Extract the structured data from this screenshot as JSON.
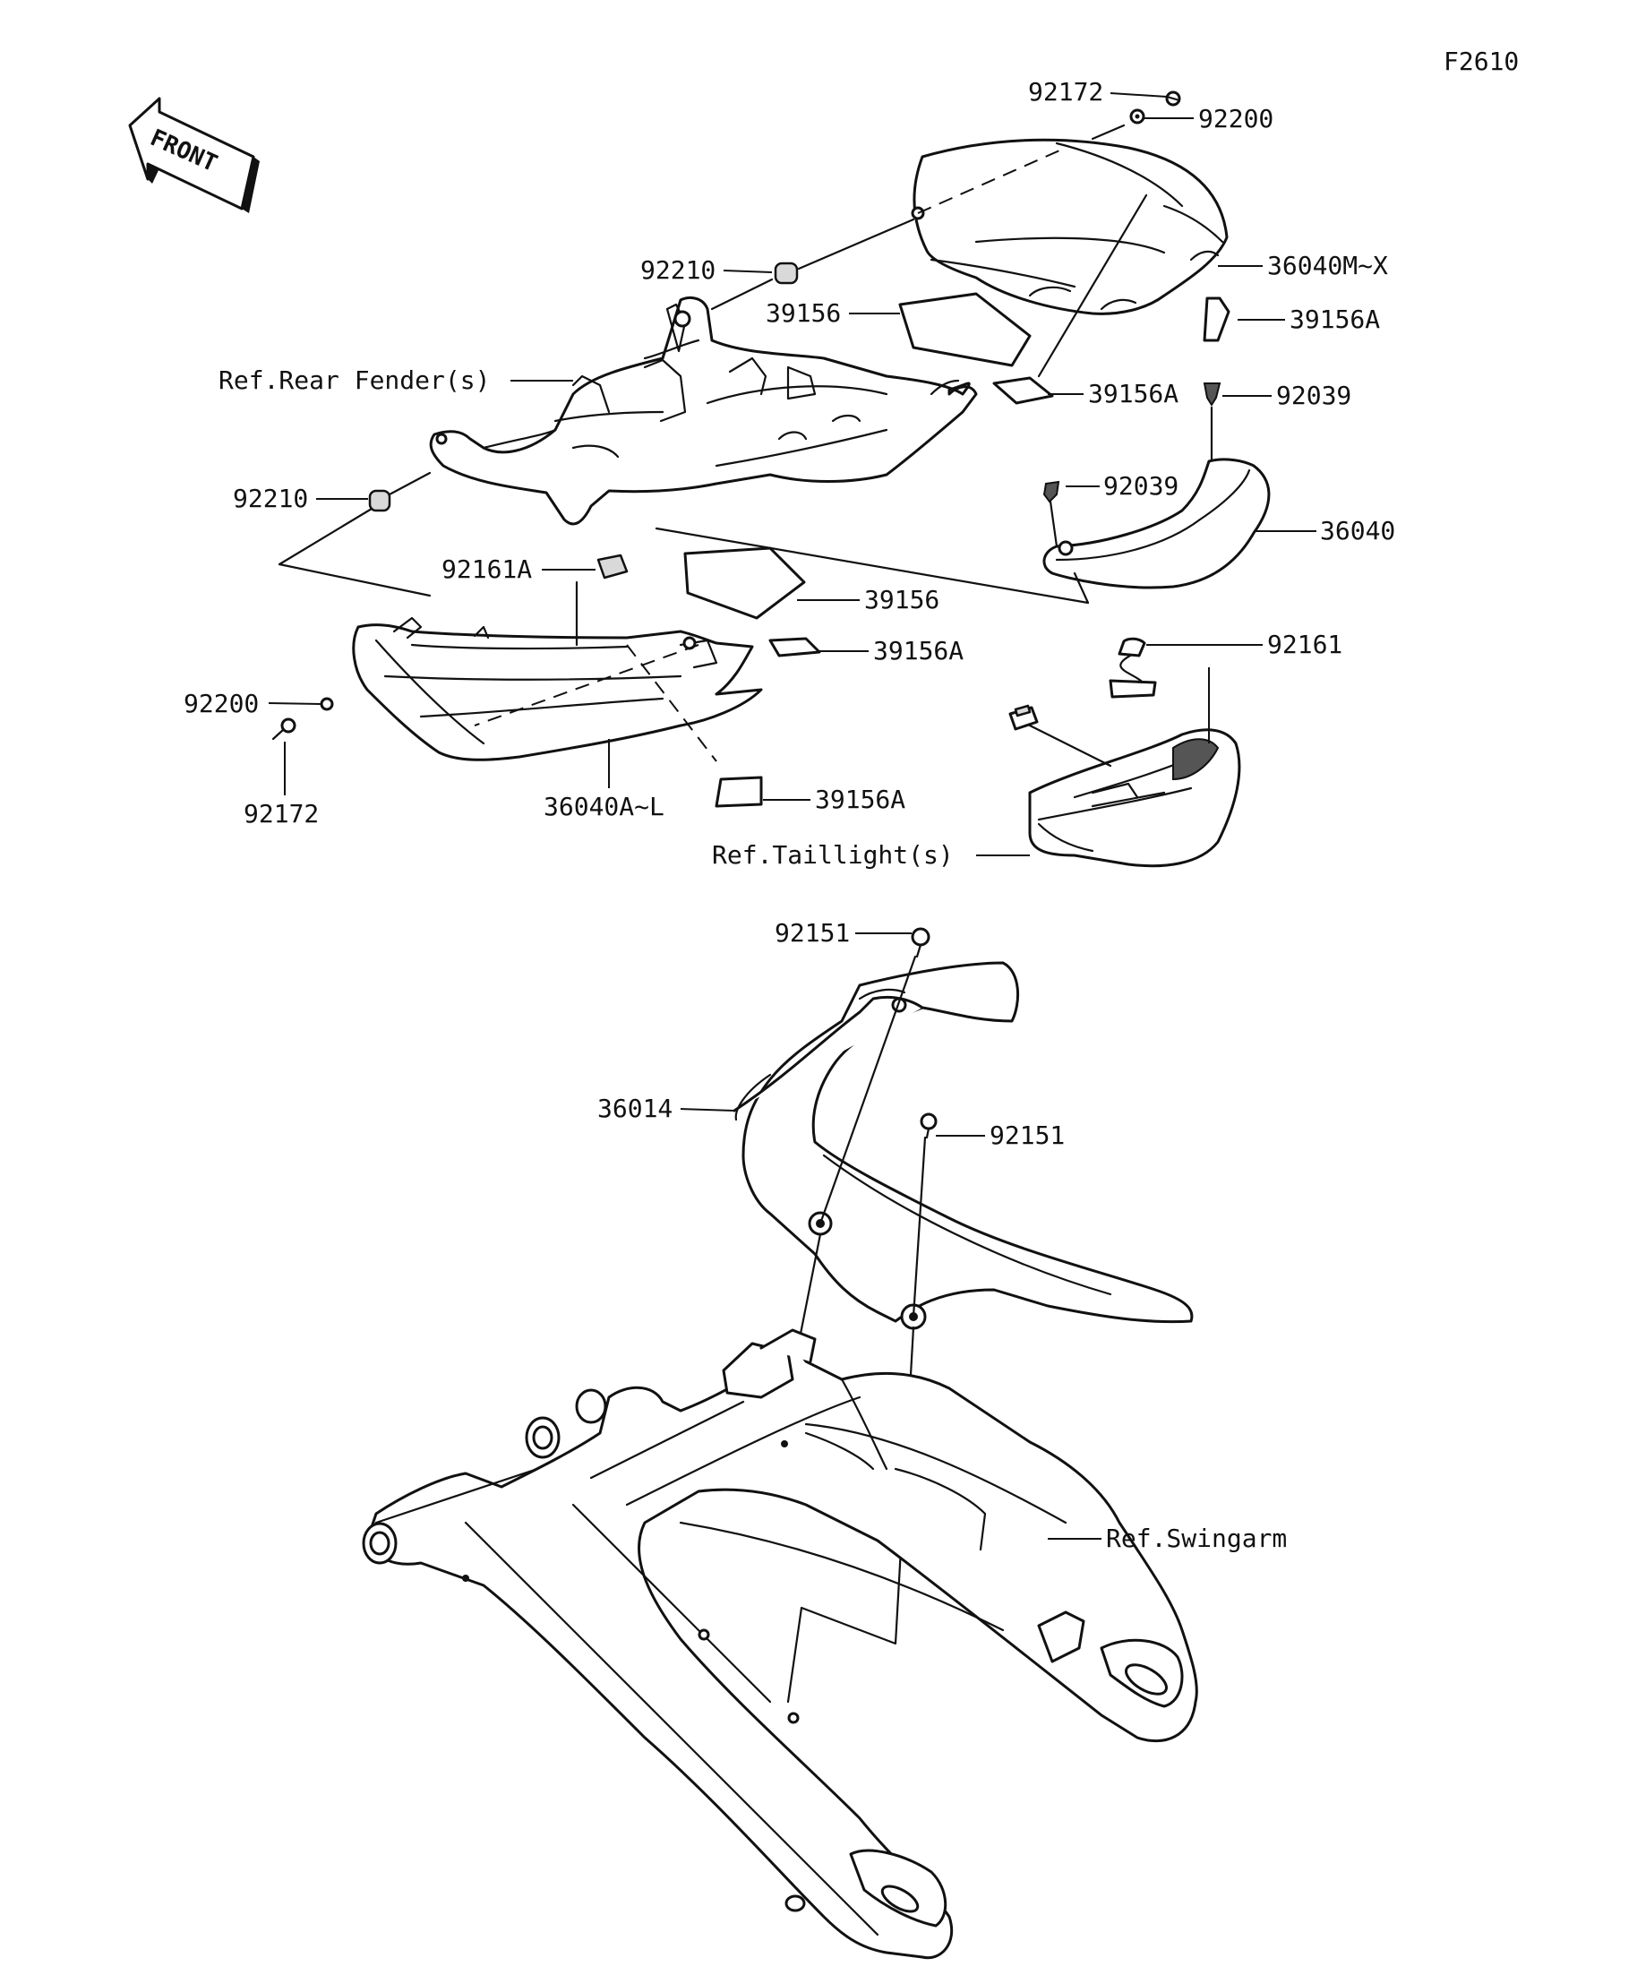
{
  "diagram_code": "F2610",
  "front_arrow_text": "FRONT",
  "labels": {
    "l_92172_top": "92172",
    "l_92200_top": "92200",
    "l_92210_top": "92210",
    "l_36040MX": "36040M~X",
    "l_39156_top": "39156",
    "l_39156A_right": "39156A",
    "l_rear_fender": "Ref.Rear Fender(s)",
    "l_39156A_mid": "39156A",
    "l_92039_a": "92039",
    "l_92210_left": "92210",
    "l_92039_b": "92039",
    "l_36040": "36040",
    "l_92161A": "92161A",
    "l_39156_mid": "39156",
    "l_39156A_lower": "39156A",
    "l_92161": "92161",
    "l_92200_left": "92200",
    "l_92172_left": "92172",
    "l_36040AL": "36040A~L",
    "l_39156A_bottom": "39156A",
    "l_taillight": "Ref.Taillight(s)",
    "l_92151_a": "92151",
    "l_36014": "36014",
    "l_92151_b": "92151",
    "l_swingarm": "Ref.Swingarm"
  }
}
